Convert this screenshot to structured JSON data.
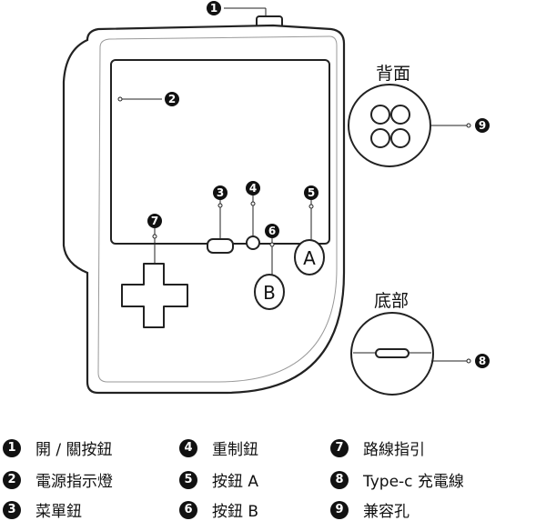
{
  "views": {
    "back_title": "背面",
    "bottom_title": "底部"
  },
  "buttons": {
    "a_letter": "A",
    "b_letter": "B"
  },
  "callouts": [
    "1",
    "2",
    "3",
    "4",
    "5",
    "6",
    "7",
    "8",
    "9"
  ],
  "legend": [
    {
      "num": "1",
      "label": "開 / 關按鈕"
    },
    {
      "num": "2",
      "label": "電源指示燈"
    },
    {
      "num": "3",
      "label": "菜單鈕"
    },
    {
      "num": "4",
      "label": "重制鈕"
    },
    {
      "num": "5",
      "label": "按鈕 A"
    },
    {
      "num": "6",
      "label": "按鈕 B"
    },
    {
      "num": "7",
      "label": "路線指引"
    },
    {
      "num": "8",
      "label": "Type-c 充電線"
    },
    {
      "num": "9",
      "label": "兼容孔"
    }
  ]
}
